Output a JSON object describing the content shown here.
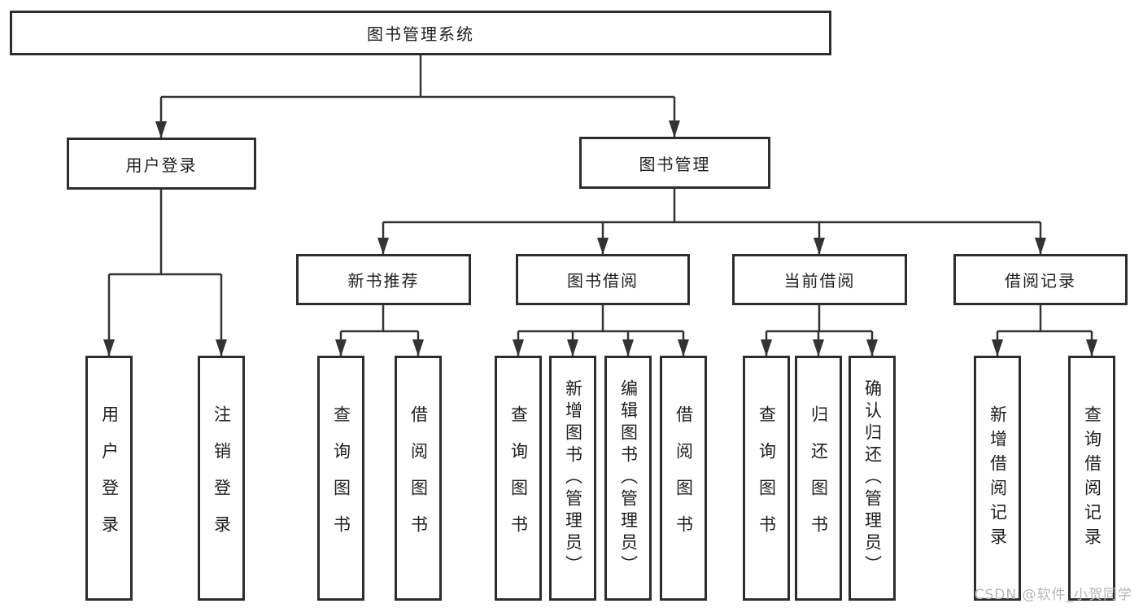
{
  "diagram": {
    "root": "图书管理系统",
    "branches": {
      "user_login": "用户登录",
      "book_mgmt": "图书管理"
    },
    "categories": {
      "new_book_rec": "新书推荐",
      "book_borrow": "图书借阅",
      "current_borrow": "当前借阅",
      "borrow_records": "借阅记录"
    },
    "leaves": {
      "user_login": [
        "用户登录",
        "注销登录"
      ],
      "new_book_rec": [
        "查询图书",
        "借阅图书"
      ],
      "book_borrow": [
        "查询图书",
        "新增图书（管理员）",
        "编辑图书（管理员）",
        "借阅图书"
      ],
      "current_borrow": [
        "查询图书",
        "归还图书",
        "确认归还（管理员）"
      ],
      "borrow_records": [
        "新增借阅记录",
        "查询借阅记录"
      ]
    }
  },
  "watermark": "CSDN @软件_小贺同学",
  "colors": {
    "line": "#333333",
    "box_border": "#2d2d2d",
    "text": "#1e1e1e",
    "watermark": "#b5b5b5",
    "background": "#ffffff"
  }
}
